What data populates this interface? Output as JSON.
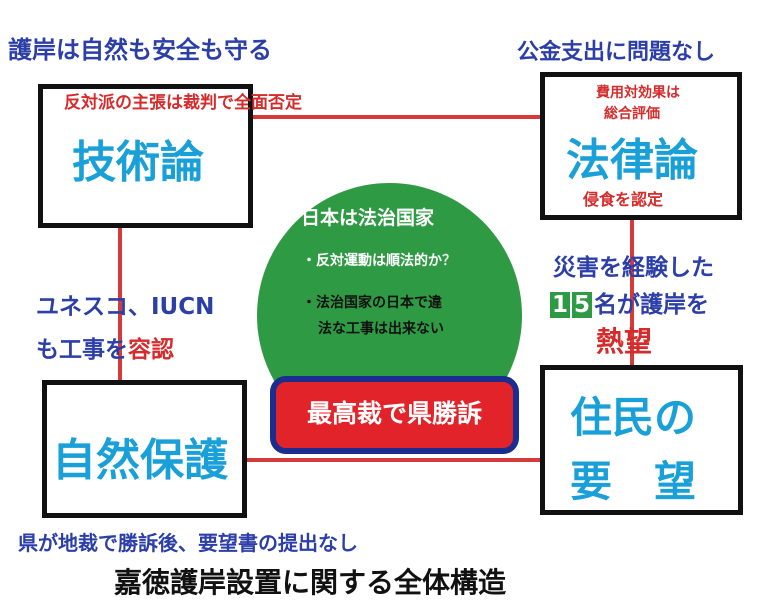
{
  "top_left_caption": "護岸は自然も安全も守る",
  "top_right_caption": "公金支出に問題なし",
  "box_gijutsu": {
    "note": "反対派の主張は裁判で全面否定",
    "title": "技術論"
  },
  "box_houritsu": {
    "note_line1": "費用対効果は",
    "note_line2": "総合評価",
    "title": "法律論",
    "bottom_note": "侵食を認定"
  },
  "left_side": {
    "line1": "ユネスコ、IUCN",
    "line2_prefix": "も工事を",
    "line2_emphasis": "容認"
  },
  "right_side": {
    "line1": "災害を経験した",
    "number_digits": [
      "1",
      "5"
    ],
    "line2_suffix": "名が護岸を",
    "emphasis": "熱望"
  },
  "center": {
    "title": "日本は法治国家",
    "bullet1": "・反対運動は順法的か",
    "bullet1_mark": "？",
    "bullet2_line1": "・法治国家の日本で違",
    "bullet2_line2": "法な工事は出来ない",
    "button": "最高裁で県勝訴"
  },
  "box_shizen": {
    "title": "自然保護"
  },
  "box_jumin": {
    "title_line1": "住民の",
    "title_line2": "要　望"
  },
  "bottom_caption": "県が地裁で勝訴後、要望書の提出なし",
  "footer_title": "嘉徳護岸設置に関する全体構造"
}
